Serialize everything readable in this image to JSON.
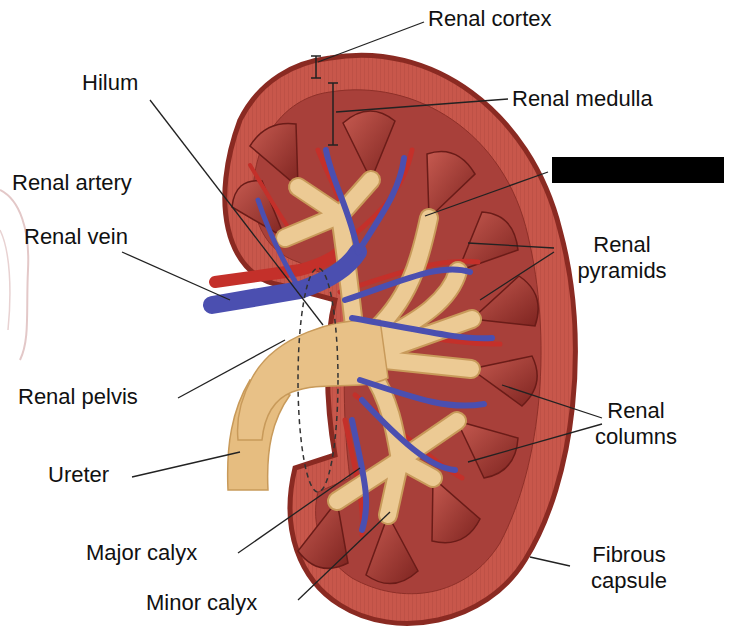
{
  "diagram": {
    "labels": [
      "Renal cortex",
      "Hilum",
      "Renal medulla",
      "Renal artery",
      "Renal vein",
      "Renal pyramids",
      "Renal pelvis",
      "Renal columns",
      "Ureter",
      "Major calyx",
      "Fibrous capsule",
      "Minor calyx"
    ]
  }
}
